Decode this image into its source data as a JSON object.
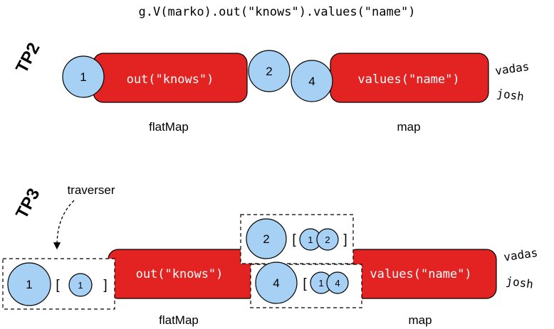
{
  "code": "g.V(marko).out(\"knows\").values(\"name\")",
  "colors": {
    "step_fill": "#e32222",
    "traverser_fill": "#a6d1f5",
    "outline": "#000000"
  },
  "tp2": {
    "label": "TP2",
    "flatmap_step": "out(\"knows\")",
    "map_step": "values(\"name\")",
    "flatmap_caption": "flatMap",
    "map_caption": "map",
    "traversers": [
      "1",
      "2",
      "4"
    ],
    "outputs": [
      "vadas",
      "josh"
    ]
  },
  "tp3": {
    "label": "TP3",
    "traverser_callout": "traverser",
    "flatmap_step": "out(\"knows\")",
    "map_step": "values(\"name\")",
    "flatmap_caption": "flatMap",
    "map_caption": "map",
    "outputs": [
      "vadas",
      "josh"
    ],
    "input": {
      "id": "1",
      "path": [
        "1"
      ]
    },
    "traverser_a": {
      "id": "2",
      "path": [
        "1",
        "2"
      ]
    },
    "traverser_b": {
      "id": "4",
      "path": [
        "1",
        "4"
      ]
    },
    "bracket_open": "[",
    "bracket_close": "]"
  }
}
